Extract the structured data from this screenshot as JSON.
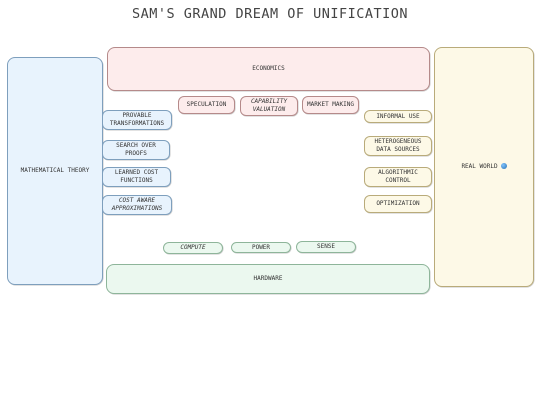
{
  "title": "SAM'S GRAND DREAM OF UNIFICATION",
  "colors": {
    "blue": "#e8f3fd",
    "red": "#fdecec",
    "green": "#ebf8ef",
    "yellow": "#fdf9e7"
  },
  "nodes": {
    "math_theory": "MATHEMATICAL THEORY",
    "economics": "ECONOMICS",
    "hardware": "HARDWARE",
    "real_world": "REAL WORLD",
    "speculation": "SPECULATION",
    "capability_valuation": "CAPABILITY\nVALUATION",
    "market_making": "MARKET MAKING",
    "provable_transformations": "PROVABLE\nTRANSFORMATIONS",
    "search_over_proofs": "SEARCH OVER\nPROOFS",
    "learned_cost_functions": "LEARNED COST\nFUNCTIONS",
    "cost_aware_approximations": "COST AWARE\nAPPROXIMATIONS",
    "informal_use": "INFORMAL USE",
    "heterogeneous_data_sources": "HETEROGENEOUS\nDATA SOURCES",
    "algorithmic_control": "ALGORITHMIC\nCONTROL",
    "optimization": "OPTIMIZATION",
    "compute": "COMPUTE",
    "power": "POWER",
    "sense": "SENSE"
  },
  "icons": {
    "real_world": "globe-icon"
  }
}
